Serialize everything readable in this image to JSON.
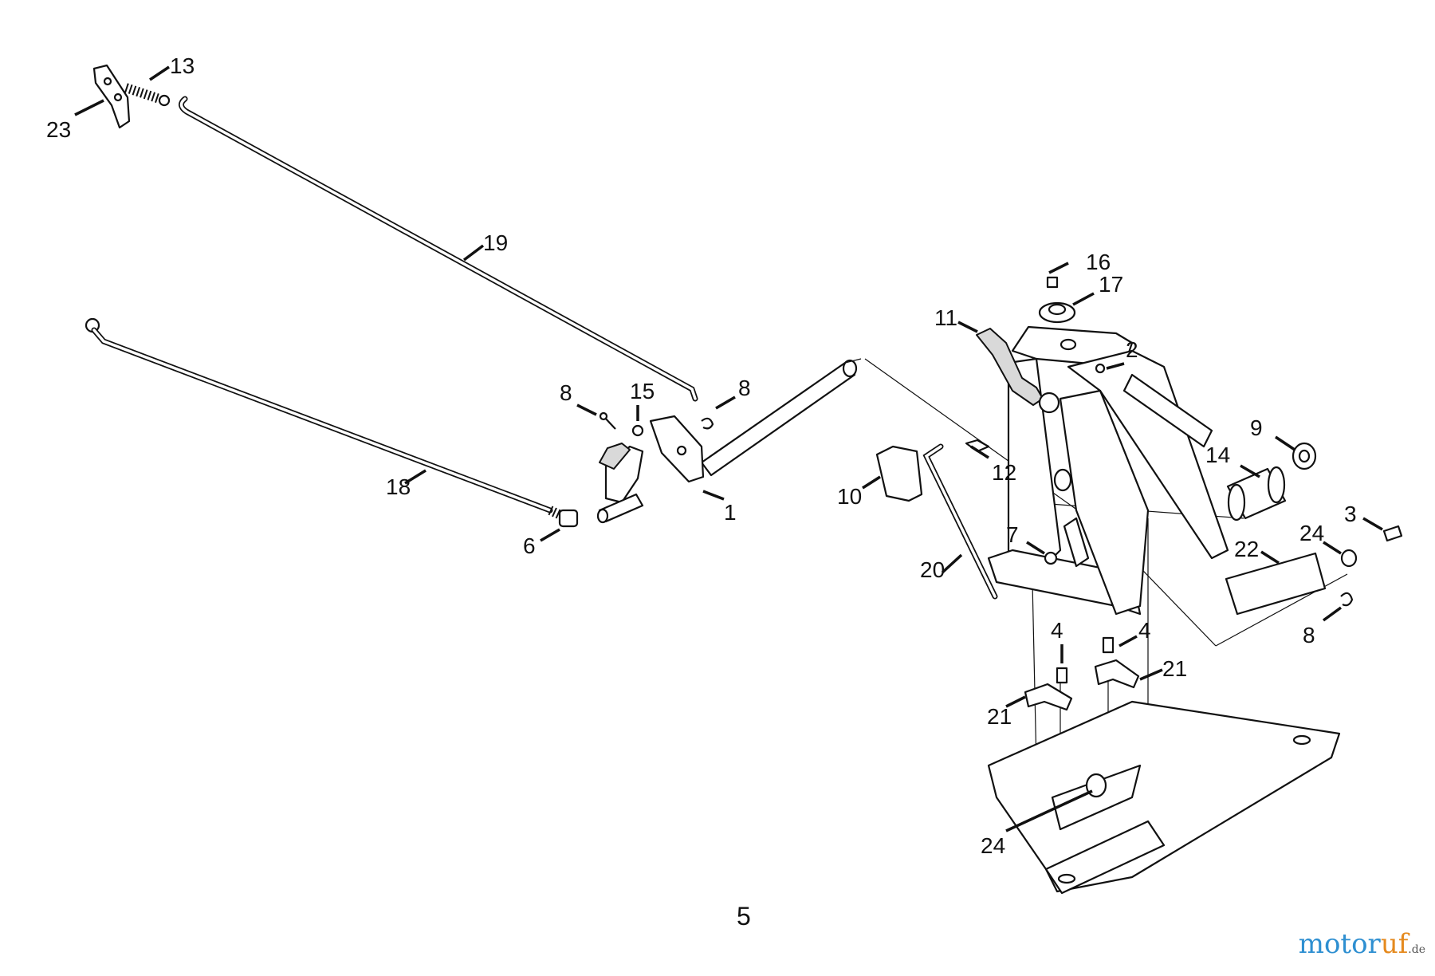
{
  "callouts": [
    "13",
    "23",
    "19",
    "18",
    "8",
    "15",
    "8",
    "1",
    "6",
    "16",
    "17",
    "11",
    "2",
    "10",
    "12",
    "9",
    "14",
    "20",
    "7",
    "3",
    "24",
    "22",
    "8",
    "4",
    "4",
    "21",
    "21",
    "24"
  ],
  "page_number": "5",
  "watermark": {
    "main": "motor",
    "accent": "uf",
    "tld": ".de"
  }
}
